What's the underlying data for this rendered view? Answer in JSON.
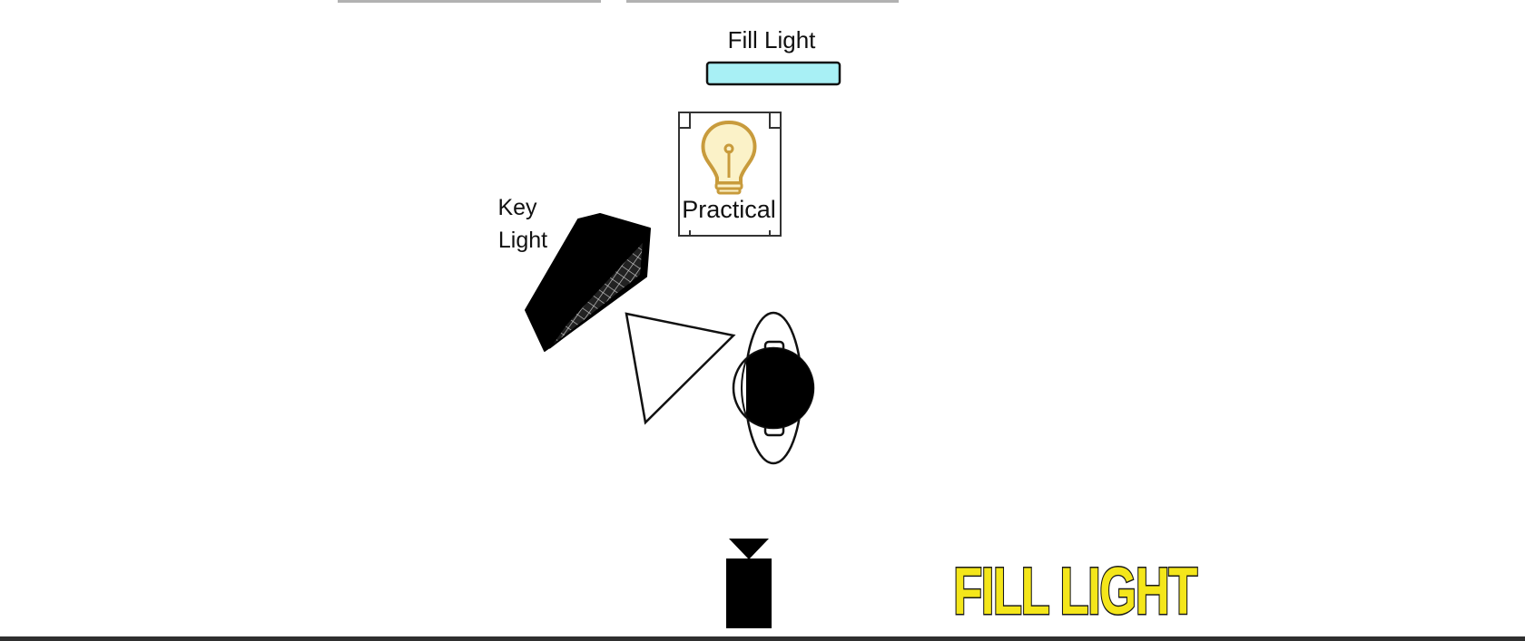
{
  "labels": {
    "fill_light": "Fill Light",
    "practical": "Practical",
    "key_light_line1": "Key",
    "key_light_line2": "Light"
  },
  "caption": {
    "text": "FILL LIGHT",
    "fill_color": "#f4e61a",
    "stroke_color": "#1a1a1a"
  },
  "colors": {
    "fill_light_bar": "#a8f0f5",
    "bulb": "#d9b45a",
    "bulb_fill": "#fbf2c8",
    "ink": "#000000",
    "bottom_bar": "#2f2f2f"
  },
  "icons": {
    "fill_light": "fill-light-panel-icon",
    "practical": "light-bulb-icon",
    "key_light": "softbox-icon",
    "subject": "subject-top-view-icon",
    "camera": "camera-icon"
  }
}
